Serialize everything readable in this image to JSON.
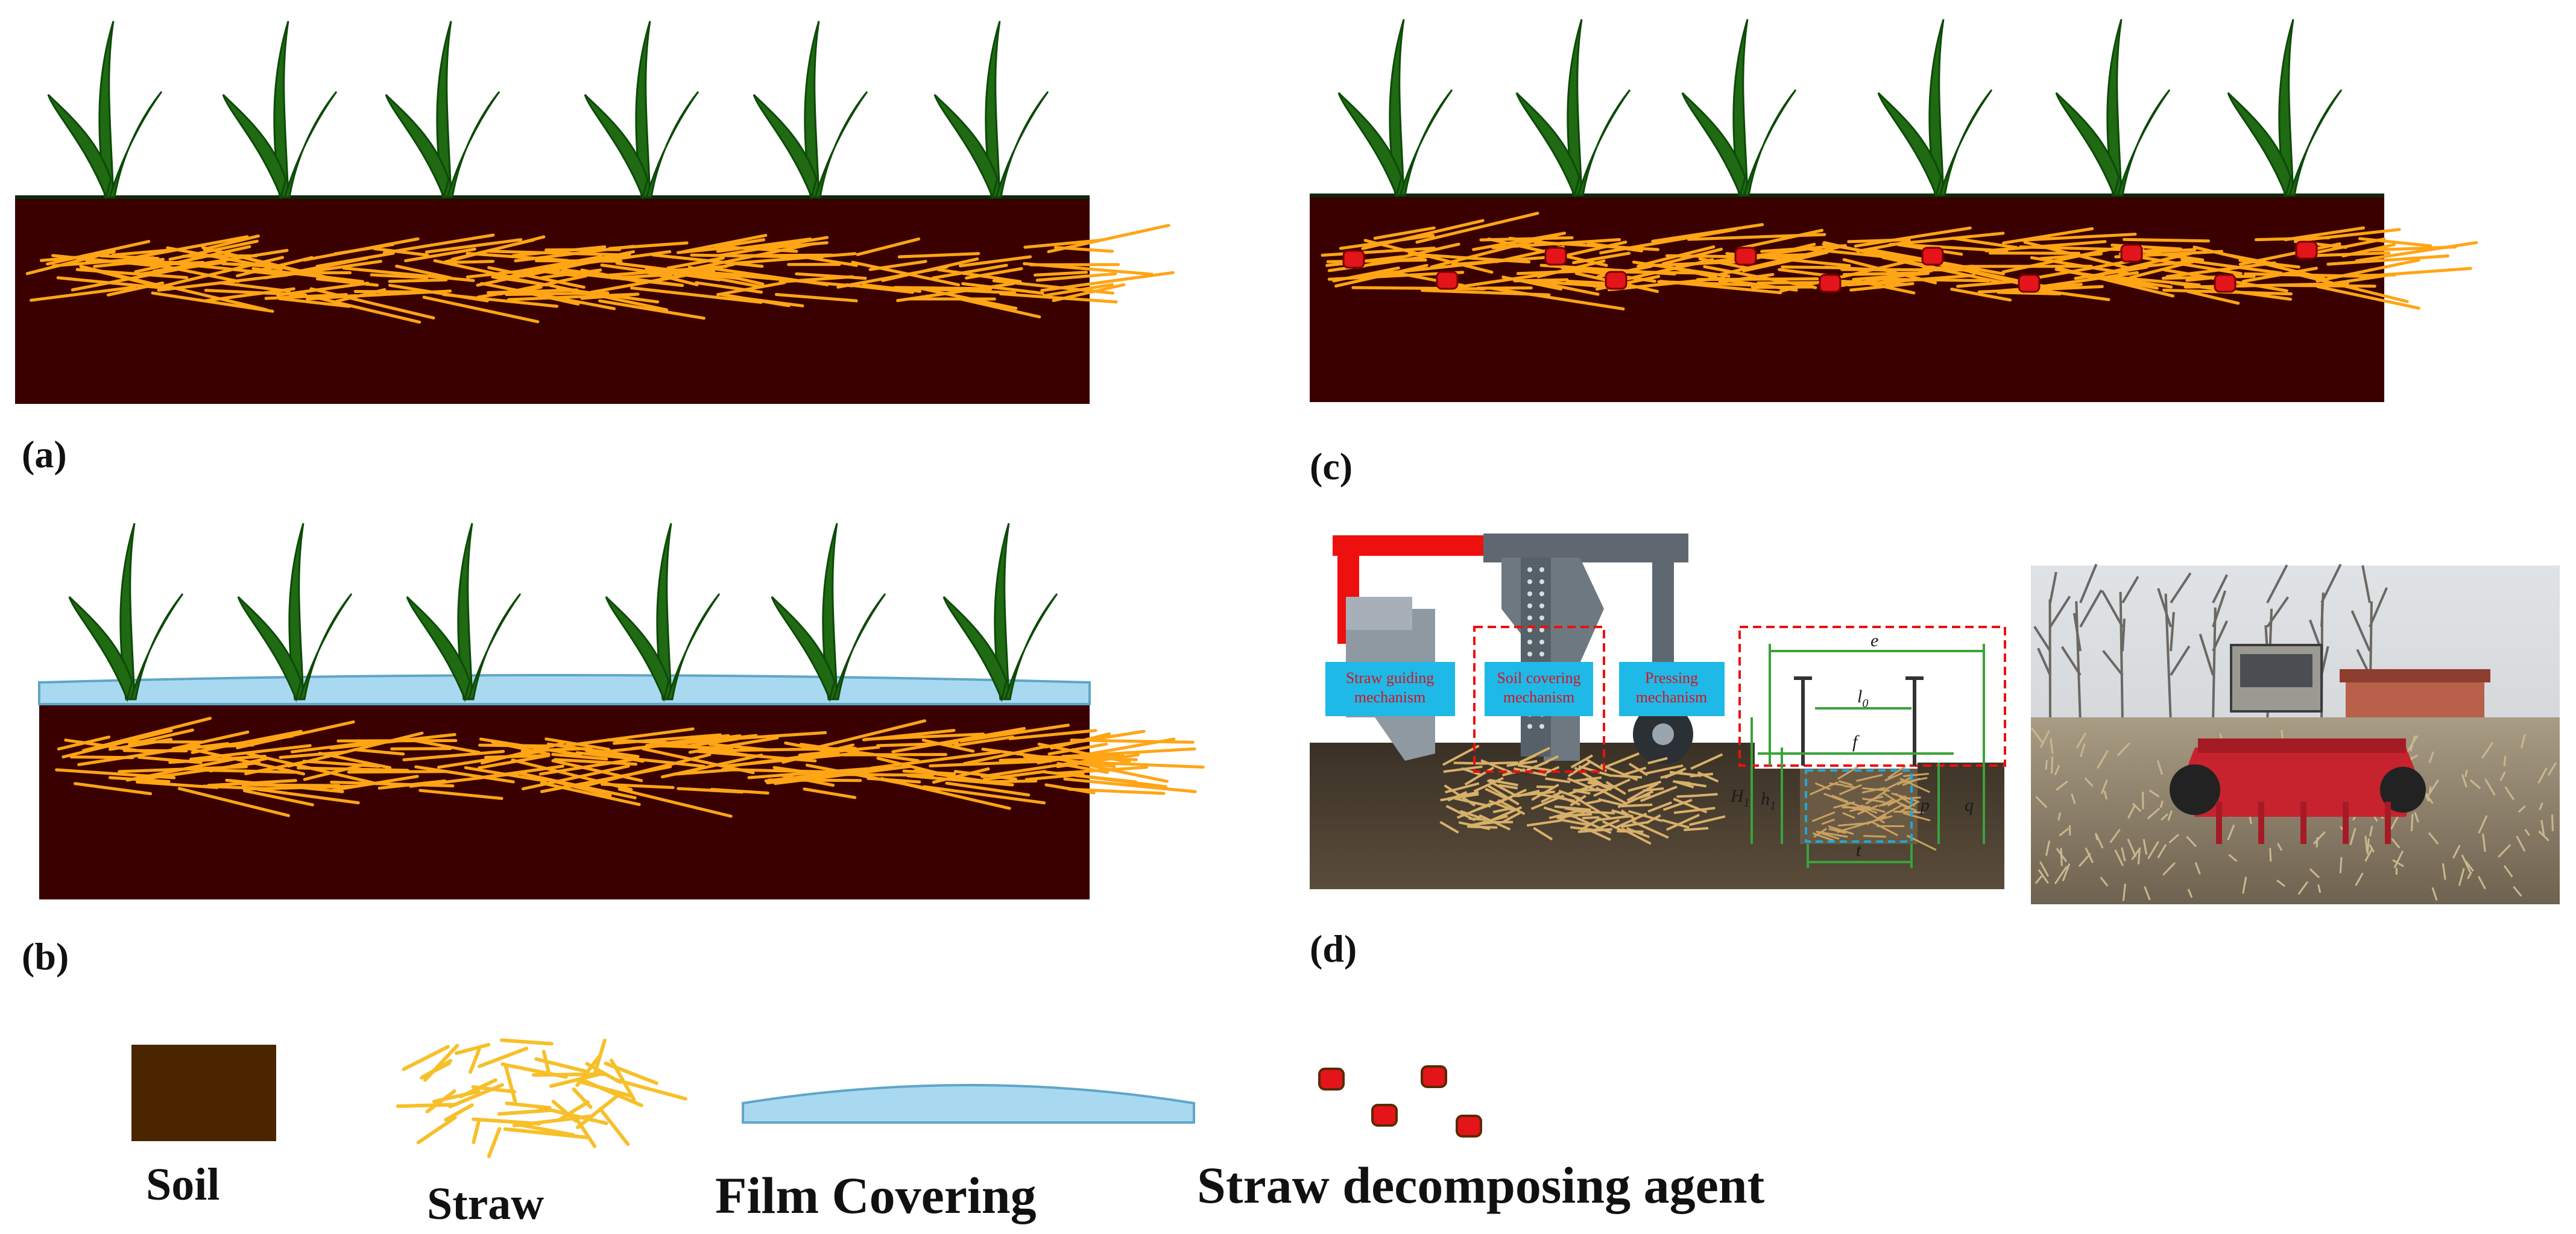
{
  "panels": {
    "a": {
      "label": "(a)"
    },
    "b": {
      "label": "(b)"
    },
    "c": {
      "label": "(c)"
    },
    "d": {
      "label": "(d)",
      "mechanisms": {
        "straw_guiding": [
          "Straw guiding",
          "mechanism"
        ],
        "soil_covering": [
          "Soil covering",
          "mechanism"
        ],
        "pressing": [
          "Pressing",
          "mechanism"
        ]
      },
      "dimensions": {
        "e": "e",
        "l0": "l",
        "l0_sub": "0",
        "f": "f",
        "h1": "H",
        "h1_sub": "1",
        "h": "h",
        "h_sub": "1",
        "p": "p",
        "q": "q",
        "t": "t"
      }
    }
  },
  "legend": {
    "soil": "Soil",
    "straw": "Straw",
    "film": "Film Covering",
    "agent": "Straw decomposing agent"
  },
  "colors": {
    "soil_panel": "#3a0000",
    "soil_legend": "#4a2500",
    "straw": "#ffa516",
    "straw_legend": "#f7c02a",
    "plant": "#1f6a12",
    "film": "#a9d9f0",
    "film_edge": "#5ea6c8",
    "agent": "#e3141a",
    "mechanism_label_bg": "#1fb9e8",
    "frame_red": "#ee0f0f"
  }
}
